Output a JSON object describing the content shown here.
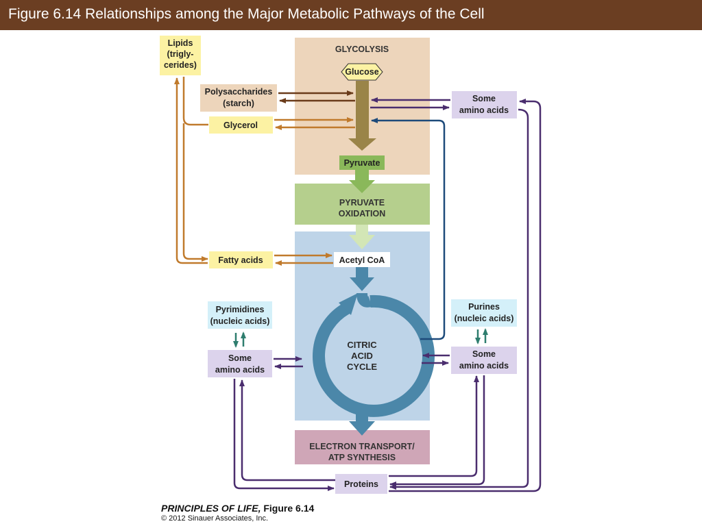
{
  "header": {
    "title": "Figure 6.14  Relationships among the Major Metabolic Pathways of the Cell"
  },
  "sections": {
    "glycolysis": "GLYCOLYSIS",
    "pyruvate_oxidation": [
      "PYRUVATE",
      "OXIDATION"
    ],
    "citric_acid_cycle": [
      "CITRIC",
      "ACID",
      "CYCLE"
    ],
    "electron_transport": [
      "ELECTRON TRANSPORT/",
      "ATP SYNTHESIS"
    ]
  },
  "nodes": {
    "glucose": "Glucose",
    "pyruvate": "Pyruvate",
    "acetyl_coa": "Acetyl CoA",
    "lipids": [
      "Lipids",
      "(trigly-",
      "cerides)"
    ],
    "polysaccharides": [
      "Polysaccharides",
      "(starch)"
    ],
    "glycerol": "Glycerol",
    "fatty_acids": "Fatty acids",
    "amino_top_right": [
      "Some",
      "amino acids"
    ],
    "pyrimidines": [
      "Pyrimidines",
      "(nucleic acids)"
    ],
    "amino_left": [
      "Some",
      "amino acids"
    ],
    "purines": [
      "Purines",
      "(nucleic acids)"
    ],
    "amino_right": [
      "Some",
      "amino acids"
    ],
    "proteins": "Proteins"
  },
  "credit": {
    "book": "PRINCIPLES OF LIFE,",
    "figure": " Figure 6.14",
    "copyright": "© 2012 Sinauer Associates, Inc."
  },
  "colors": {
    "title_bar": "#6b3e22",
    "glycolysis_bg": "#edd5bb",
    "pyruvate_oxidation_bg": "#b5cf8d",
    "citric_bg": "#bed4e8",
    "electron_transport_bg": "#cfa6b7",
    "lipid_box": "#fcf2a3",
    "amino_box": "#dcd3ec",
    "nucleic_box": "#d4f0f9",
    "lipid_arrow": "#c07a2c",
    "polysaccharide_arrow": "#6a3b1a",
    "amino_arrow": "#4a2d6e",
    "cycle_arrow": "#4b87a9",
    "nucleic_arrow": "#2e7d6e"
  }
}
